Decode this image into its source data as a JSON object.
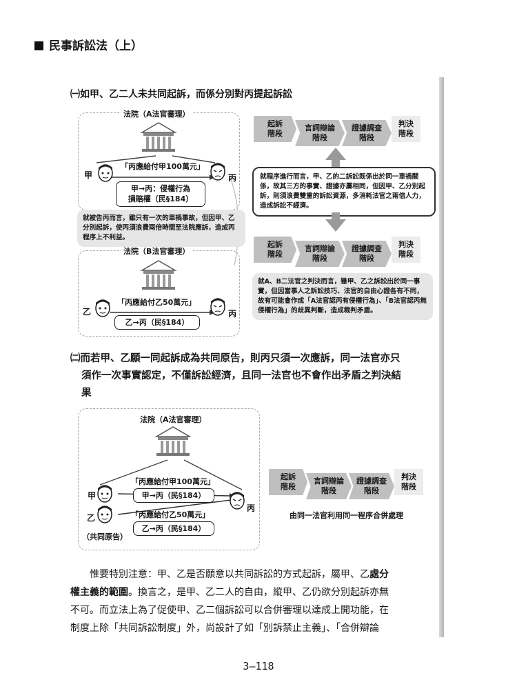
{
  "header": {
    "title": "民事訴訟法（上）"
  },
  "section1": {
    "title": "㈠如甲、乙二人未共同起訴，而係分別對丙提起訴訟",
    "court_a": "法院（A法官審理）",
    "court_b": "法院（B法官審理）",
    "claim_a": "「丙應給付甲100萬元」",
    "claim_b": "「丙應給付乙50萬元」",
    "box_a_line1": "甲→丙：侵權行為",
    "box_a_line2": "損賠權（民§184）",
    "box_b": "乙→丙（民§184）",
    "person_jia": "甲",
    "person_yi": "乙",
    "person_bing": "丙",
    "note_left": "就被告丙而言，雖只有一次的車禍事故，但因甲、乙分別起訴，使丙須浪費兩倍時間至法院應訴，造成丙程序上不利益。",
    "note_middle": "就程序進行而言，甲、乙的二訴訟既係出於同一車禍關係，故其三方的事實、證據亦屬相同，但因甲、乙分別起訴，則須浪費雙重的訴訟資源，多消耗法官之兩倍人力，造成訴訟不經濟。",
    "note_bottom": "就A、B二法官之判決而言，雖甲、乙之訴訟出於同一事實，但因當事人之訴訟技巧、法官的自由心證各有不同，故有可能會作成「A法官認丙有侵權行為」、「B法官認丙無侵權行為」的歧異判斷，造成裁判矛盾。"
  },
  "steps": {
    "s1": "起訴\n階段",
    "s2": "言詞辯論\n階段",
    "s3": "證據調查\n階段",
    "s4": "判決\n階段"
  },
  "section2": {
    "title_line1": "㈡而若甲、乙願一同起訴成為共同原告，則丙只須一次應訴，同一法官亦只",
    "title_line2": "須作一次事實認定，不僅訴訟經濟，且同一法官也不會作出矛盾之判決結",
    "title_line3": "果",
    "court": "法院（A法官審理）",
    "claim_a": "「丙應給付甲100萬元」",
    "box_a": "甲→丙（民§184）",
    "claim_b": "「丙應給付乙50萬元」",
    "box_b": "乙→丙（民§184）",
    "co_plaintiff": "（共同原告）",
    "caption": "由同一法官利用同一程序合併處理"
  },
  "paragraph": {
    "line1_a": "惟要特別注意：甲、乙是否願意以共同訴訟的方式起訴，屬甲、乙",
    "line1_b": "處分",
    "line2_a": "權主義的範圍",
    "line2_b": "。換言之，是甲、乙二人的自由，縱甲、乙仍欲分別起訴亦無",
    "line3": "不可。而立法上為了促使甲、乙二個訴訟可以合併審理以達成上開功能，在",
    "line4": "制度上除「共同訴訟制度」外，尚設計了如「別訴禁止主義」、「合併辯論"
  },
  "page_number": "3—118"
}
